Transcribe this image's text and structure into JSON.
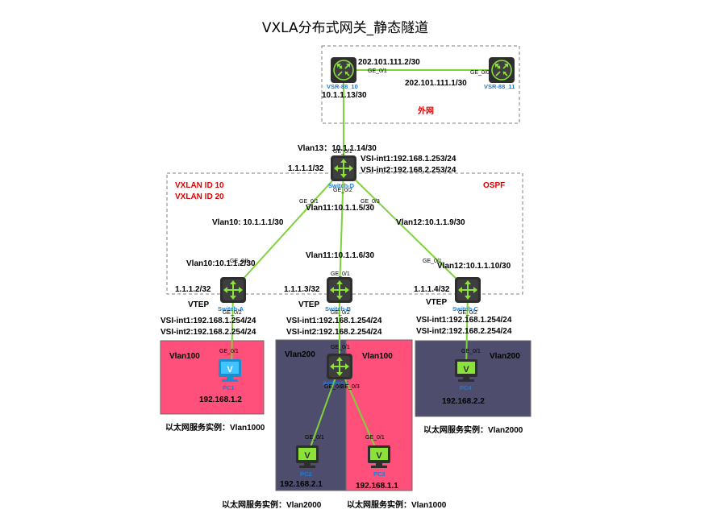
{
  "title": "VXLA分布式网关_静态隧道",
  "colors": {
    "vlan100_fill": "#ff4f7b",
    "vlan200_fill": "#4f4d6e",
    "link": "#7fd23a",
    "red_text": "#e00000",
    "device_label": "#1a7fd4"
  },
  "external": {
    "label": "外网",
    "vsr10": {
      "name": "VSR-88_10",
      "port": "GE_0/1",
      "ip_top": "202.101.111.2/30",
      "ip_bottom": "10.1.1.13/30"
    },
    "vsr11": {
      "name": "VSR-88_11",
      "port": "GE_0/0",
      "ip": "202.101.111.1/30"
    }
  },
  "core": {
    "name": "Switch-D",
    "vlan13": "Vlan13：10.1.1.14/30",
    "loopback": "1.1.1.1/32",
    "vsi1": "VSI-int1:192.168.1.253/24",
    "vsi2": "VSI-int2:192.168.2.253/24",
    "port_up": "GE_0/1",
    "port_down": "GE_0/2",
    "port_left": "GE_0/1",
    "port_right": "GE_0/3"
  },
  "ospf": {
    "vxlan10": "VXLAN ID 10",
    "vxlan20": "VXLAN ID 20",
    "label": "OSPF"
  },
  "links": {
    "vlan10_d": "Vlan10: 10.1.1.1/30",
    "vlan11_d": "Vlan11:10.1.1.5/30",
    "vlan12_d": "Vlan12:10.1.1.9/30",
    "vlan10_a": "Vlan10:10.1.1.2/30",
    "vlan11_b": "Vlan11:10.1.1.6/30",
    "vlan12_c": "Vlan12:10.1.1.10/30"
  },
  "vteps": [
    {
      "name": "Switch-A",
      "loopback": "1.1.1.2/32",
      "vtep": "VTEP",
      "vsi1": "VSI-int1:192.168.1.254/24",
      "vsi2": "VSI-int2:192.168.2.254/24",
      "port_up": "GE_0/1",
      "port_down": "GE_0/2"
    },
    {
      "name": "Switch-B",
      "loopback": "1.1.1.3/32",
      "vtep": "VTEP",
      "vsi1": "VSI-int1:192.168.1.254/24",
      "vsi2": "VSI-int2:192.168.2.254/24",
      "port_up": "GE_0/1",
      "port_down": "GE_0/2"
    },
    {
      "name": "Switch-C",
      "loopback": "1.1.1.4/32",
      "vtep": "VTEP",
      "vsi1": "VSI-int1:192.168.1.254/24",
      "vsi2": "VSI-int2:192.168.2.254/24",
      "port_up": "GE_0/1",
      "port_down": "GE_0/2"
    }
  ],
  "access": {
    "name": "Access-1",
    "port_up": "GE_0/1",
    "port_left": "GE_0/2",
    "port_right": "GE_0/3"
  },
  "zones": {
    "a_vlan": "Vlan100",
    "b_vlan_left": "Vlan200",
    "b_vlan_right": "Vlan100",
    "c_vlan": "Vlan200"
  },
  "pcs": [
    {
      "name": "PC1",
      "port": "GE_0/1",
      "ip": "192.168.1.2"
    },
    {
      "name": "PC2",
      "port": "GE_0/1",
      "ip": "192.168.2.1"
    },
    {
      "name": "PC3",
      "port": "GE_0/1",
      "ip": "192.168.1.1"
    },
    {
      "name": "PC4",
      "port": "GE_0/1",
      "ip": "192.168.2.2"
    }
  ],
  "instances": {
    "a": "以太网服务实例：Vlan1000",
    "b_left": "以太网服务实例：Vlan2000",
    "b_right": "以太网服务实例：Vlan1000",
    "c": "以太网服务实例：Vlan2000"
  }
}
